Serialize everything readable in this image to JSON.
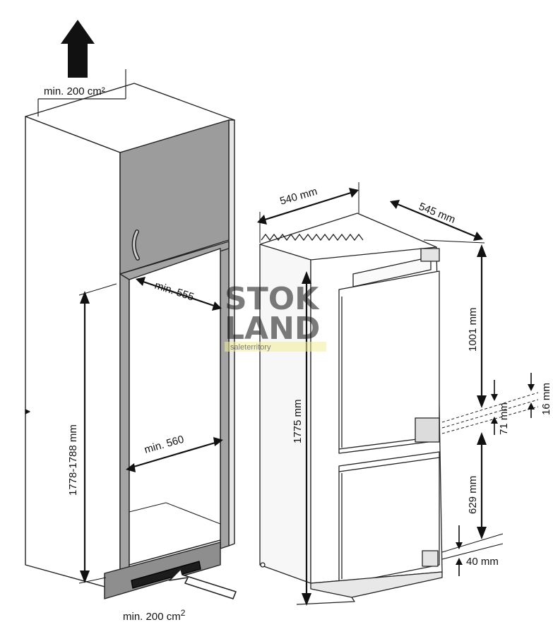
{
  "colors": {
    "outline": "#222222",
    "cabinet_face": "#ffffff",
    "cabinet_side": "#f2f2f2",
    "top_door": "#9c9c9c",
    "frame_gray": "#a4a4a4",
    "plinth": "#8e8e8e",
    "fridge_face": "#ffffff",
    "fridge_side": "#f7f7f7",
    "watermark_blue": "#c9d8ec",
    "watermark_yellow": "#f3ef9a"
  },
  "labels": {
    "vent_top": "min. 200 cm²",
    "vent_bottom_main": "min. 200 cm",
    "vent_bottom_sup": "2",
    "niche_depth": "min. 555",
    "niche_width": "min. 560",
    "niche_height": "1778-1788 mm",
    "fridge_width": "540 mm",
    "fridge_depth": "545 mm",
    "fridge_height": "1775 mm",
    "upper_door": "1001 mm",
    "lower_door": "629 mm",
    "gap_16": "16 mm",
    "gap_71": "71 mm",
    "bottom_40": "40 mm"
  },
  "watermark": {
    "line1": "STOK",
    "line2": "LAND",
    "tagline": "saleterritory"
  }
}
